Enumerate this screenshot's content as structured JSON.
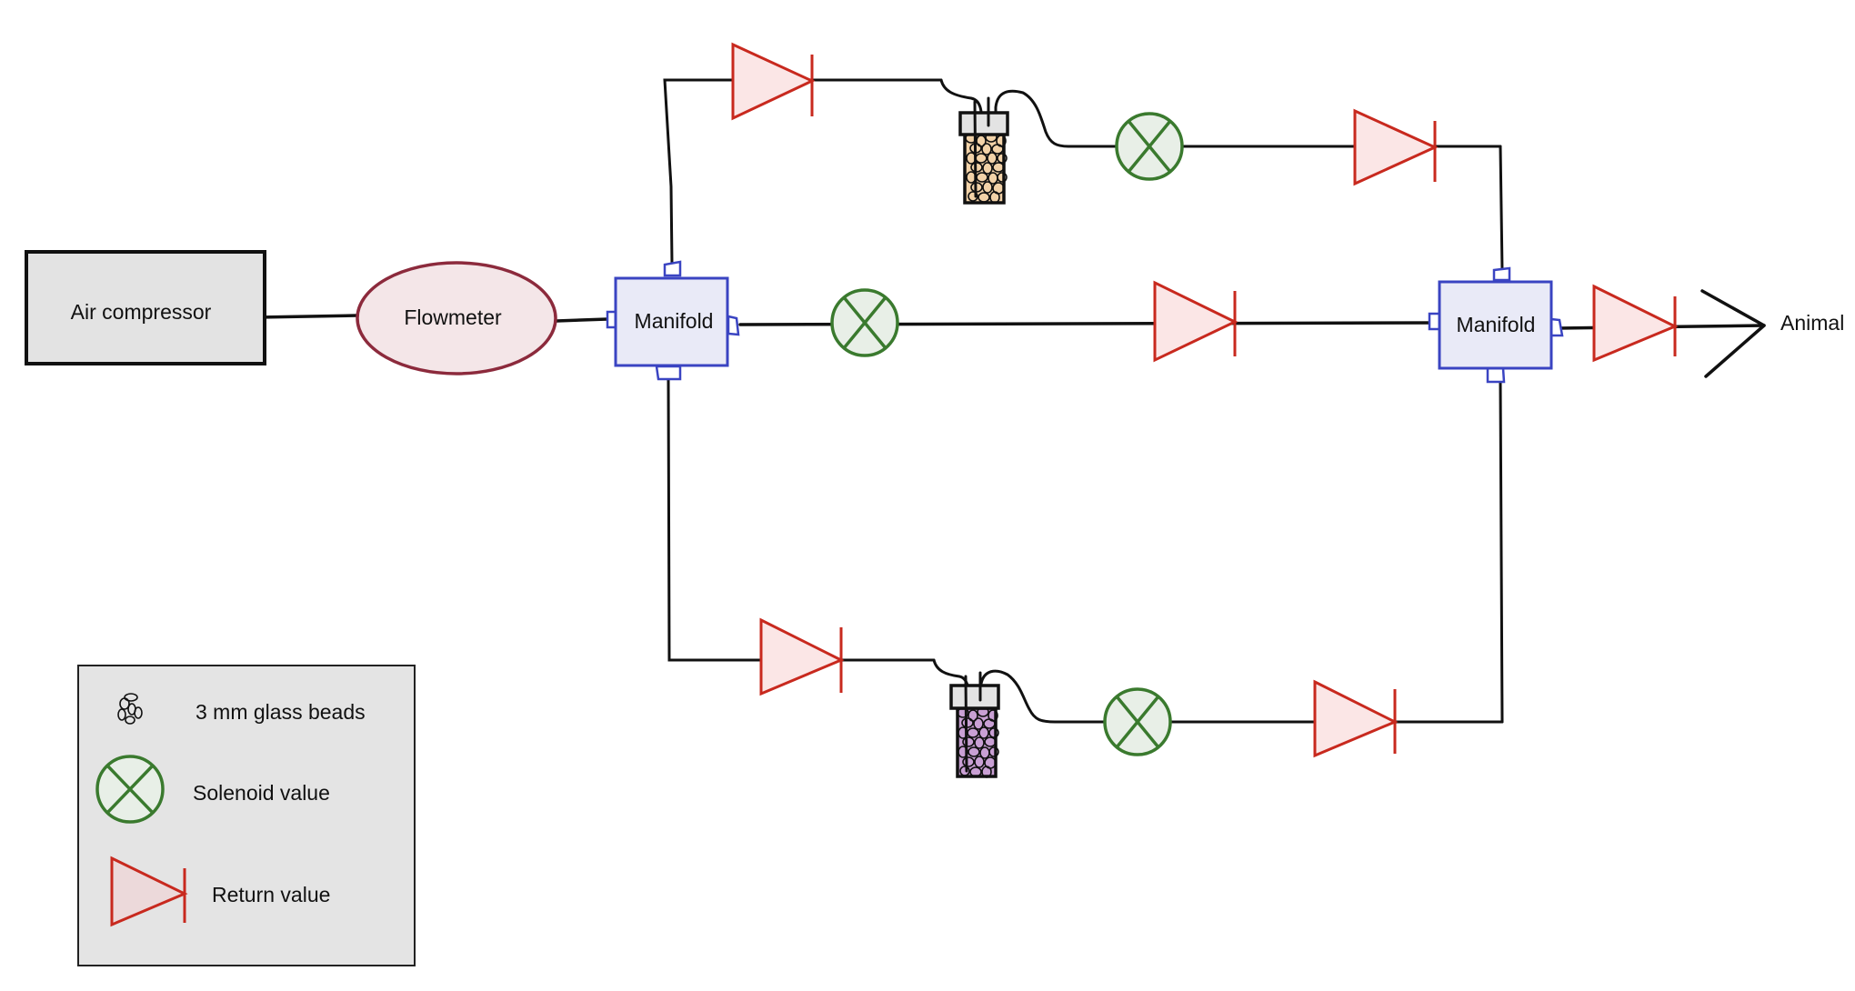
{
  "diagram": {
    "nodes": {
      "air_compressor": "Air compressor",
      "flowmeter": "Flowmeter",
      "manifold_left": "Manifold",
      "manifold_right": "Manifold",
      "animal": "Animal"
    },
    "legend": {
      "items": [
        {
          "icon": "glass-beads-icon",
          "label": "3 mm glass beads"
        },
        {
          "icon": "solenoid-valve-icon",
          "label": "Solenoid value"
        },
        {
          "icon": "return-valve-icon",
          "label": "Return value"
        }
      ]
    },
    "colors": {
      "return_valve": "#c8291e",
      "solenoid_valve": "#3a7a2e",
      "manifold": "#3a44c2",
      "flowmeter": "#8c2a3c",
      "vial_top_fill": "#f2d2a8",
      "vial_bottom_fill": "#c9a0d4"
    },
    "branches": [
      {
        "name": "top",
        "components": [
          "return-valve",
          "glass-bead-vial",
          "solenoid-valve",
          "return-valve"
        ]
      },
      {
        "name": "middle",
        "components": [
          "solenoid-valve",
          "return-valve"
        ]
      },
      {
        "name": "bottom",
        "components": [
          "return-valve",
          "glass-bead-vial",
          "solenoid-valve",
          "return-valve"
        ]
      }
    ]
  }
}
